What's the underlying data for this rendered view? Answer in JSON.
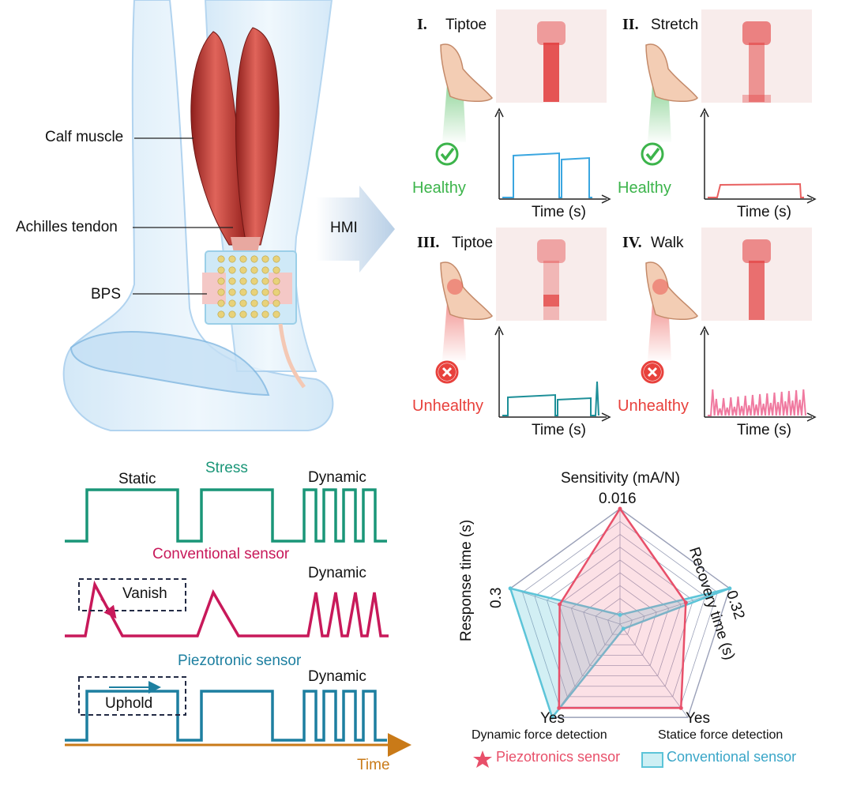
{
  "colors": {
    "healthy": "#3cb44b",
    "unhealthy": "#e8413c",
    "stress": "#1a9678",
    "conventional": "#c8195a",
    "piezotronic": "#1d7fa0",
    "time_axis": "#c97a18",
    "muscle": "#c8403a",
    "trace_blue": "#3aa6e0",
    "trace_red": "#e86060",
    "trace_teal": "#1d8f98",
    "trace_pink": "#f07aa0",
    "radar_pink": "#e8506a",
    "radar_cyan": "#5cc4d8"
  },
  "anatomy": {
    "labels": {
      "calf": "Calf muscle",
      "tendon": "Achilles tendon",
      "bps": "BPS"
    },
    "hmi_label": "HMI"
  },
  "panels": [
    {
      "roman": "I",
      "title": "Tiptoe",
      "status": "Healthy",
      "healthy": true,
      "xlabel": "Time (s)"
    },
    {
      "roman": "II",
      "title": "Stretch",
      "status": "Healthy",
      "healthy": true,
      "xlabel": "Time (s)"
    },
    {
      "roman": "III",
      "title": "Tiptoe",
      "status": "Unhealthy",
      "healthy": false,
      "xlabel": "Time (s)"
    },
    {
      "roman": "IV",
      "title": "Walk",
      "status": "Unhealthy",
      "healthy": false,
      "xlabel": "Time (s)"
    }
  ],
  "signals": {
    "stress_label": "Stress",
    "static_label": "Static",
    "dynamic_label": "Dynamic",
    "conventional_label": "Conventional sensor",
    "vanish_label": "Vanish",
    "piezotronic_label": "Piezotronic sensor",
    "uphold_label": "Uphold",
    "time_label": "Time"
  },
  "chart_data": {
    "type": "radar",
    "axes": [
      {
        "label": "Sensitivity (mA/N)",
        "value_label": "0.016"
      },
      {
        "label": "Recovery time (s)",
        "value_label": "0.32"
      },
      {
        "label": "Statice force detection",
        "value_label": "Yes"
      },
      {
        "label": "Dynamic force detection",
        "value_label": "Yes"
      },
      {
        "label": "Response time (s)",
        "value_label": "0.3"
      }
    ],
    "rings": 9,
    "series": [
      {
        "name": "Piezotronics sensor",
        "values": [
          1.0,
          0.6,
          0.9,
          0.9,
          0.55
        ]
      },
      {
        "name": "Conventional sensor",
        "values": [
          0.08,
          1.0,
          0.05,
          1.0,
          1.0
        ]
      }
    ]
  }
}
